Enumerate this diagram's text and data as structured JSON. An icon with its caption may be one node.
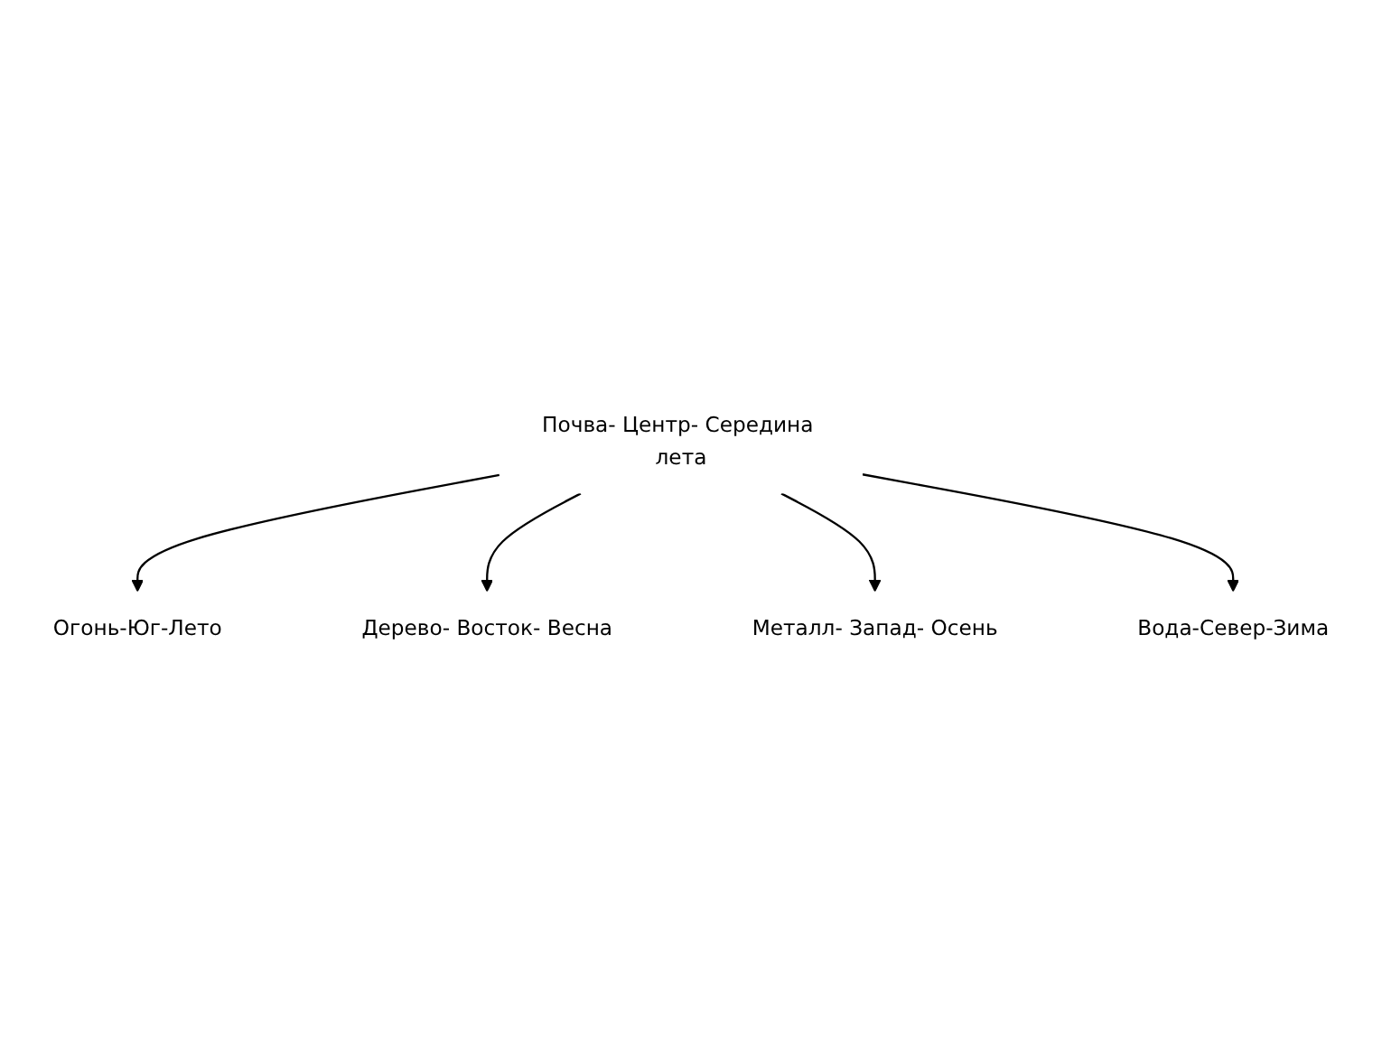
{
  "diagram": {
    "nodes": [
      {
        "text": [
          "Почва- Центр- Середина лета"
        ]
      },
      {
        "text": [
          "Огонь-Юг-Лето"
        ]
      },
      {
        "text": [
          "Дерево- Восток- Весна"
        ]
      },
      {
        "text": [
          "Металл- Запад- Осень"
        ]
      },
      {
        "text": [
          "Вода-Север-Зима"
        ]
      }
    ],
    "edges": [
      {
        "from": 0,
        "to": 1,
        "arrow": "to"
      },
      {
        "from": 0,
        "to": 2,
        "arrow": "to"
      },
      {
        "from": 0,
        "to": 3,
        "arrow": "to"
      },
      {
        "from": 0,
        "to": 4,
        "arrow": "to"
      }
    ]
  }
}
